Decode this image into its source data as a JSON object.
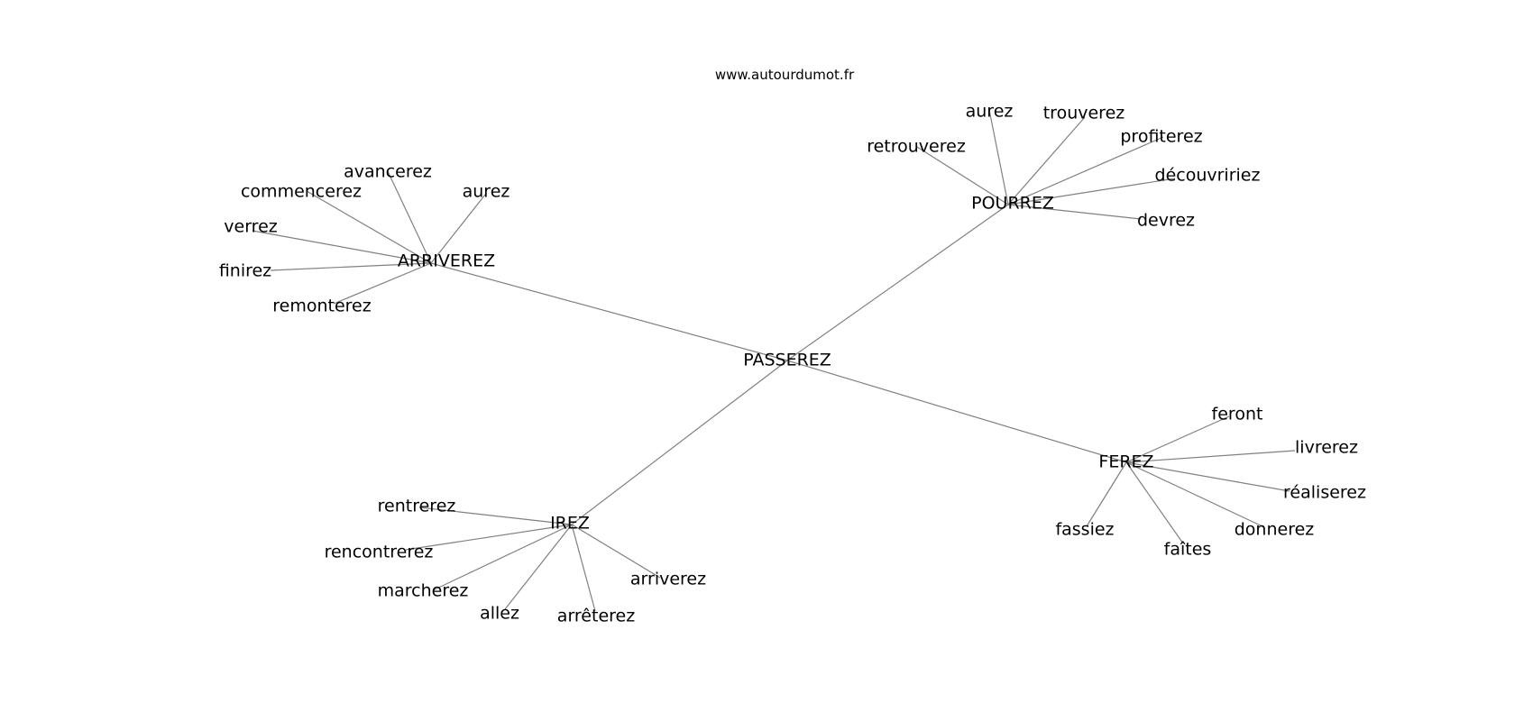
{
  "credit": "www.autourdumot.fr",
  "edge_color": "#808080",
  "graph": {
    "center": "PASSEREZ",
    "hubs": [
      {
        "word": "ARRIVEREZ",
        "leaves": [
          "avancerez",
          "commencerez",
          "aurez",
          "verrez",
          "finirez",
          "remonterez"
        ]
      },
      {
        "word": "POURREZ",
        "leaves": [
          "aurez",
          "trouverez",
          "retrouverez",
          "profiterez",
          "découvririez",
          "devrez"
        ]
      },
      {
        "word": "IREZ",
        "leaves": [
          "rentrerez",
          "rencontrerez",
          "marcherez",
          "allez",
          "arrêterez",
          "arriverez"
        ]
      },
      {
        "word": "FEREZ",
        "leaves": [
          "feront",
          "livrerez",
          "réaliserez",
          "fassiez",
          "faîtes",
          "donnerez"
        ]
      }
    ]
  }
}
